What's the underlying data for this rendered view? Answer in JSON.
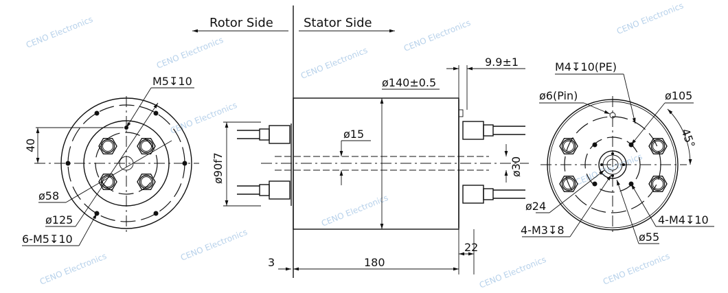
{
  "header": {
    "rotor_side": "Rotor Side",
    "stator_side": "Stator Side"
  },
  "watermark": "CENO Electronics",
  "left_view": {
    "m5_top": "M5↧10",
    "dim_40": "40",
    "d58": "ø58",
    "d125": "ø125",
    "holes": "6-M5↧10"
  },
  "side_view": {
    "d140": "ø140±0.5",
    "d15": "ø15",
    "d90": "ø90f7",
    "d30": "ø30",
    "offset": "9.9±1",
    "len_3": "3",
    "len_180": "180",
    "len_22": "22"
  },
  "right_view": {
    "pe": "M4↧10(PE)",
    "pin": "ø6(Pin)",
    "d105": "ø105",
    "angle": "45°",
    "d24": "ø24",
    "m3": "4-M3↧8",
    "d55": "ø55",
    "m4": "4-M4↧10"
  }
}
